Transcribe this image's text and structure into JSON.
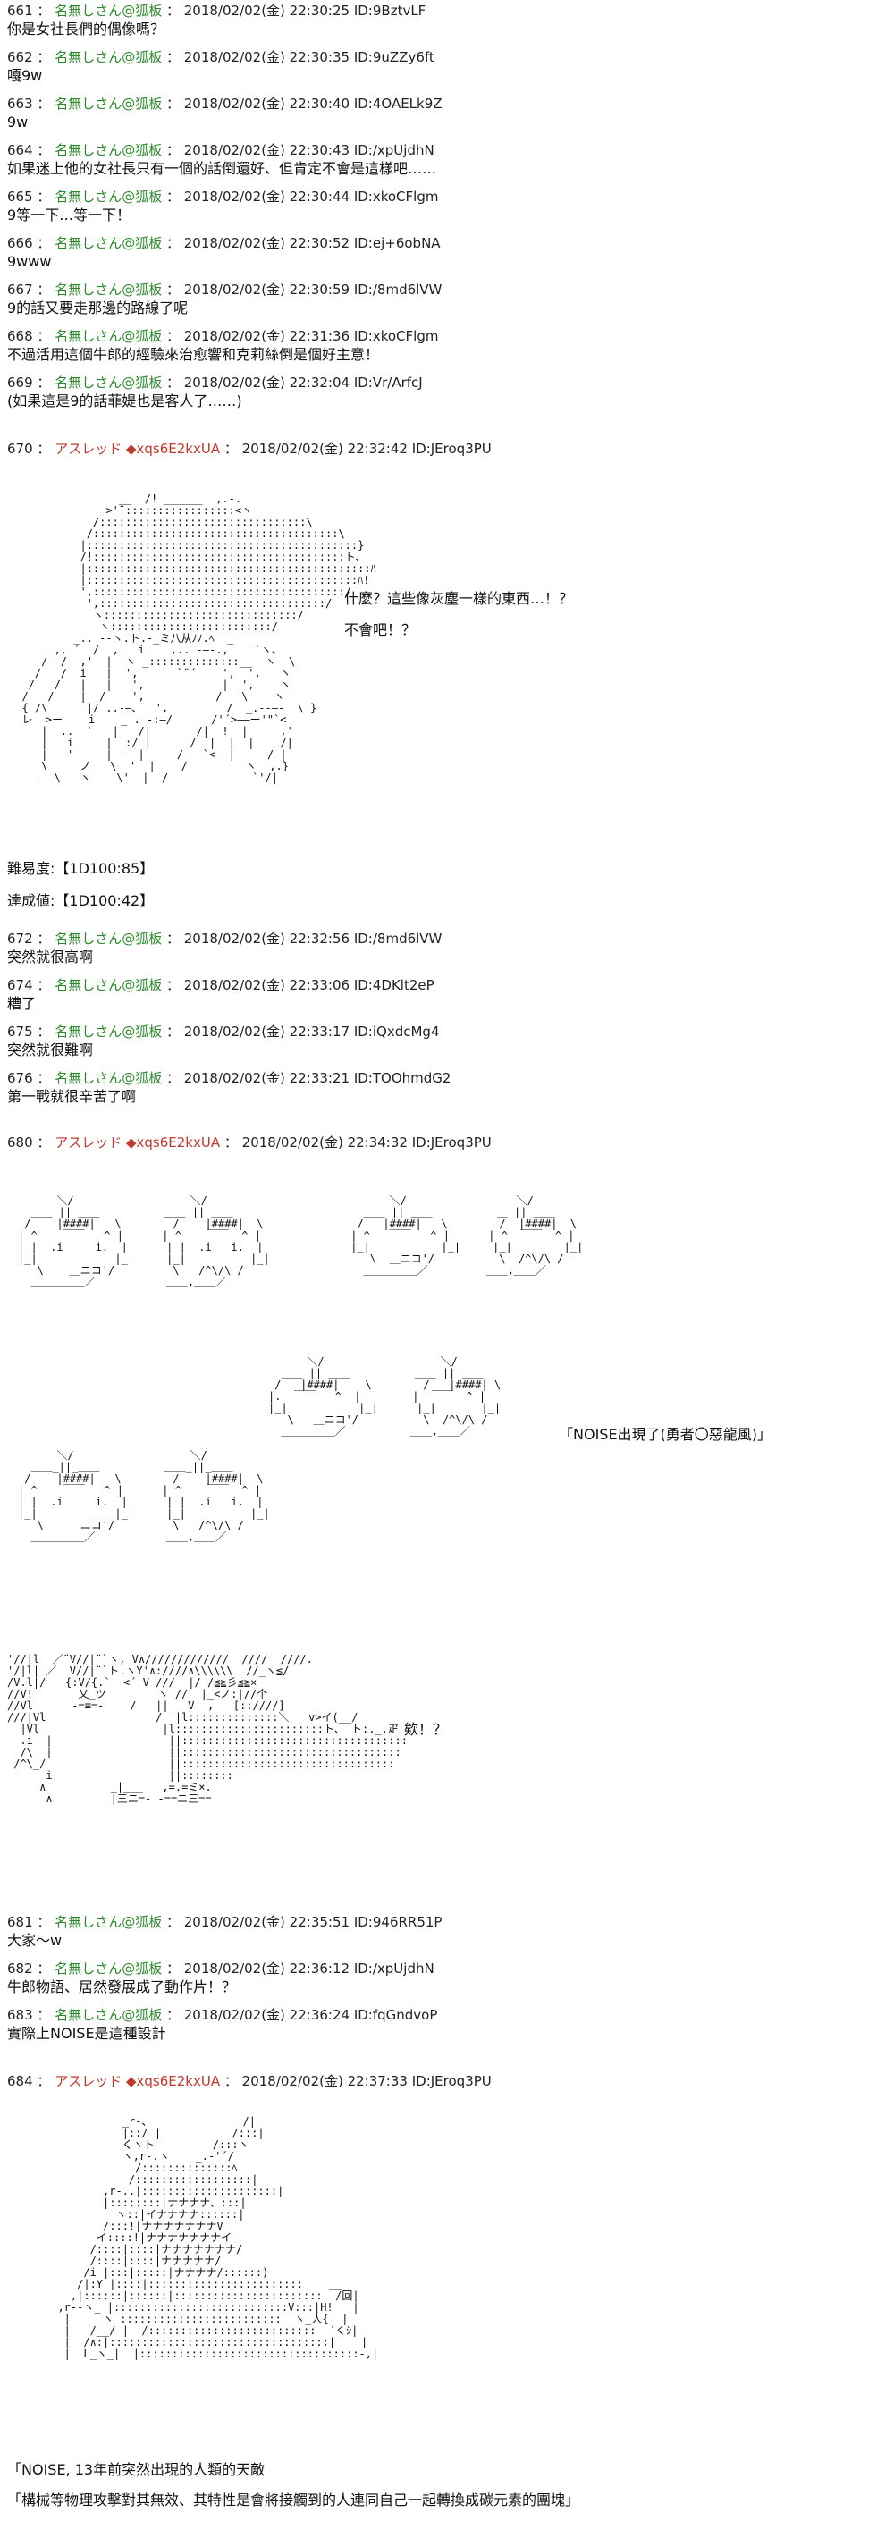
{
  "posts": [
    {
      "num": "661",
      "name": "名無しさん@狐板",
      "date": "2018/02/02(金) 22:30:25",
      "id": "ID:9BztvLF",
      "body": "你是女社長們的偶像嗎？"
    },
    {
      "num": "662",
      "name": "名無しさん@狐板",
      "date": "2018/02/02(金) 22:30:35",
      "id": "ID:9uZZy6ft",
      "body": "嘎9w"
    },
    {
      "num": "663",
      "name": "名無しさん@狐板",
      "date": "2018/02/02(金) 22:30:40",
      "id": "ID:4OAELk9Z",
      "body": "9w"
    },
    {
      "num": "664",
      "name": "名無しさん@狐板",
      "date": "2018/02/02(金) 22:30:43",
      "id": "ID:/xpUjdhN",
      "body": "如果迷上他的女社長只有一個的話倒還好、但肯定不會是這樣吧……"
    },
    {
      "num": "665",
      "name": "名無しさん@狐板",
      "date": "2018/02/02(金) 22:30:44",
      "id": "ID:xkoCFlgm",
      "body": "9等一下…等一下！"
    },
    {
      "num": "666",
      "name": "名無しさん@狐板",
      "date": "2018/02/02(金) 22:30:52",
      "id": "ID:ej+6obNA",
      "body": "9www"
    },
    {
      "num": "667",
      "name": "名無しさん@狐板",
      "date": "2018/02/02(金) 22:30:59",
      "id": "ID:/8md6lVW",
      "body": "9的話又要走那邊的路線了呢"
    },
    {
      "num": "668",
      "name": "名無しさん@狐板",
      "date": "2018/02/02(金) 22:31:36",
      "id": "ID:xkoCFlgm",
      "body": "不過活用這個牛郎的經驗來治愈響和克莉絲倒是個好主意！"
    },
    {
      "num": "669",
      "name": "名無しさん@狐板",
      "date": "2018/02/02(金) 22:32:04",
      "id": "ID:Vr/ArfcJ",
      "body": "(如果這是9的話菲媞也是客人了……)"
    },
    {
      "num": "670",
      "name": "アスレッド",
      "trip": "◆xqs6E2kxUA",
      "date": "2018/02/02(金) 22:32:42",
      "id": "ID:JEroq3PU",
      "body": ""
    },
    {
      "num": "672",
      "name": "名無しさん@狐板",
      "date": "2018/02/02(金) 22:32:56",
      "id": "ID:/8md6lVW",
      "body": "突然就很高啊"
    },
    {
      "num": "674",
      "name": "名無しさん@狐板",
      "date": "2018/02/02(金) 22:33:06",
      "id": "ID:4DKlt2eP",
      "body": "糟了"
    },
    {
      "num": "675",
      "name": "名無しさん@狐板",
      "date": "2018/02/02(金) 22:33:17",
      "id": "ID:iQxdcMg4",
      "body": "突然就很難啊"
    },
    {
      "num": "676",
      "name": "名無しさん@狐板",
      "date": "2018/02/02(金) 22:33:21",
      "id": "ID:TOOhmdG2",
      "body": "第一戰就很辛苦了啊"
    },
    {
      "num": "680",
      "name": "アスレッド",
      "trip": "◆xqs6E2kxUA",
      "date": "2018/02/02(金) 22:34:32",
      "id": "ID:JEroq3PU",
      "body": ""
    },
    {
      "num": "681",
      "name": "名無しさん@狐板",
      "date": "2018/02/02(金) 22:35:51",
      "id": "ID:946RR51P",
      "body": "大家～w"
    },
    {
      "num": "682",
      "name": "名無しさん@狐板",
      "date": "2018/02/02(金) 22:36:12",
      "id": "ID:/xpUjdhN",
      "body": "牛郎物語、居然發展成了動作片！？"
    },
    {
      "num": "683",
      "name": "名無しさん@狐板",
      "date": "2018/02/02(金) 22:36:24",
      "id": "ID:fqGndvoP",
      "body": "實際上NOISE是這種設計"
    },
    {
      "num": "684",
      "name": "アスレッド",
      "trip": "◆xqs6E2kxUA",
      "date": "2018/02/02(金) 22:37:33",
      "id": "ID:JEroq3PU",
      "body": ""
    }
  ],
  "p670": {
    "speech1": "什麼？這些像灰塵一樣的東西…！？",
    "speech2": "不會吧！？",
    "difficulty": "難易度:【1D100:85】",
    "achievement": "達成値:【1D100:42】"
  },
  "p680": {
    "bracket": "「NOISE出現了(勇者〇惡龍風)」",
    "huh": "欸！？"
  },
  "p684": {
    "line1": "「NOISE, 13年前突然出現的人類的天敵",
    "line2": "「構械等物理攻擊對其無效、其特性是會將接觸到的人連同自己一起轉換成碳元素的團塊」"
  },
  "aa": {
    "man": "                 __  /! ______  ,.-.\n               >'¨:::::::::::::::::<ヽ\n             /::::::::::::::::::::::::::::::::\\\n            /::::::::::::::::::::::::::::::::::::::\\\n           |::::::::::::::::::::::::::::::::::::::::::}\n           /!:::::::::::::::::::::::::::::::::::::::ト、\n           |::::::::::::::::::::::::::::::::::::::::::::ﾊ\n           |::::::::::::::::::::::::::::::::::::::::::ﾊ!\n           ',:::::::::::::::::::::::::::::::::::::::/\n            ',:::::::::::::::::::::::::::::::::::/\n             ヽ::::::::::::::::::::::::::::::/\n              ヽ:::::::::::::::::::::::::/\n          _.. -‐ヽ.ト.-_ミ八从ﾉﾉ.ﾍ  _\n       ,. ´  /  ,'  i    ,.. -―-.,    `ヽ、\n     /  /  ,'  |  ヽ _::::::::::::::__  ヽ  \\\n    /   /  i   |  ',      `¨´    ',  ',   ヽ\n   /   /   |   |   ',            |  ',    ヽ\n  /   /    |  /    ',           /   \\    ヽ\n  { /\\      |/ ..-―、  ',         /  _.-‐―-  \\ }\n  レ  >ー    i    _ . -:―/      /'´>――ー'\"`<\n     |  ..  `   |   /|       /|  !  |     ,'\n     |   i     |  :/ |      /  |  |  |    /|\n     |   '     | '  |     /   `<  |     / |\n    |\\     ノ   \\  '  |    /         ヽ  ,.}\n    |  \\   ヽ    \\'  |  /             `'/|",
    "armies1": "      ＼/                  ＼/\n  ＿＿_||_＿＿          ＿＿_||_＿＿\n /    |####|   \\        /    |####|  \\\n| ^    ￣￣   ^ |      | ^    ￣￣  ^ |\n| |  .i     i.  |      | |  .i   i.  |\n|_|            |_|     |_|          |_|\n   \\    ＿ニコ'/         \\   /^\\/\\ /\n  ＿＿＿＿＿／           ＿＿,＿＿／",
    "armies2": "      ＼/                  ＼/\n  ＿＿_||_＿＿          ＿＿_||_＿＿\n /   |####|    \\        /   |####| \\\n|.  ￣￣   ^  |        |  ￣￣  ^ |\n|_|           |_|      |_|       |_|\n   \\   ＿ニコ'/          \\  /^\\/\\ /\n  ＿＿＿＿＿／          ＿＿,＿＿／",
    "armies3": "       ＼/                 ＼/\n   ＿＿_||_＿＿          ＿_||_＿＿\n  /   |####|   \\        /  |####|  \\\n | ^   ￣￣   ^ |      | ^  ￣￣  ^ |\n |_|           |_|     |_|        |_|\n    \\  ＿ニコ'/          \\  /^\\/\\ /\n   ＿＿＿＿＿／         ＿＿,＿＿／",
    "hero": "'//|l  ／¨V//|¨`ヽ, V∧/////////////  ////  ////.\n'/|l| ／  V//|¨`ト.ヽY'∧:////∧\\\\\\\\\\\\  //_ヽ≦/\n/V.l|/   {:V/{.`  <´ V ///  |/ /≦≧彡≦≧×\n//V!       乂_ツ        ヽ //  |_<ノ:|//个\n//Vl      -=≡=-    /   ||   V  ,   [::////]\n///|Vl                 /  |l::::::::::::::＼   v>イ(__/\n  |Vl                   |l:::::::::::::::::::::::ト、 ト:._.疋\n  .i  |                  ||:::::::::::::::::::::::::::::::::::\n  /\\  |                  ||::::::::::::::::::::::::::::::::::\n /^\\_/                   ||:::::::::::::::::::::::::::::::::\n      i                  ||::::::::\n     ∧          _|___   ,=.=ミ×.\n      ∧         |三ニ=- -==ニ三==",
    "noise": "            _r-、              /|\n            |::/ |           /:::|\n            くヽト         /:::ヽ\n            ヽ,r-.ヽ    _.-'´/\n              /::::::::::::::ﾍ\n             /::::::::::::::::::|\n         ,r-..|:::::::::::::::::::::|\n         |::::::::|ナナナナ、:::|\n           ヽ::|イナナナナ::::::|\n         /:::!|ナナナナナナナV\n        イ::::!|ナナナナナナナイ\n       /::::|::::|ナナナナナナナ/\n       /::::|::::|ナナナナナ/\n      /i |:::|:::::|ナナナナ/::::::)\n     /|:Y |::::|::::::::::::::::::::::::    __\n    ,|::::::|::::::|:::::::::::::::::::::::  /回|\n  ,r--ヽ_ |:::::::::::::::::::::::::::V:::|H!   |\n   |     ヽ :::::::::::::::::::::::::  ヽ_人{  |\n   |   /__/ |  /::::::::::::::::::::::::::  ´くｼ|\n   |  /∧:|::::::::::::::::::::::::::::::::::|    |\n   |  L_ヽ_|  |::::::::::::::::::::::::::::::::::-,|"
  }
}
